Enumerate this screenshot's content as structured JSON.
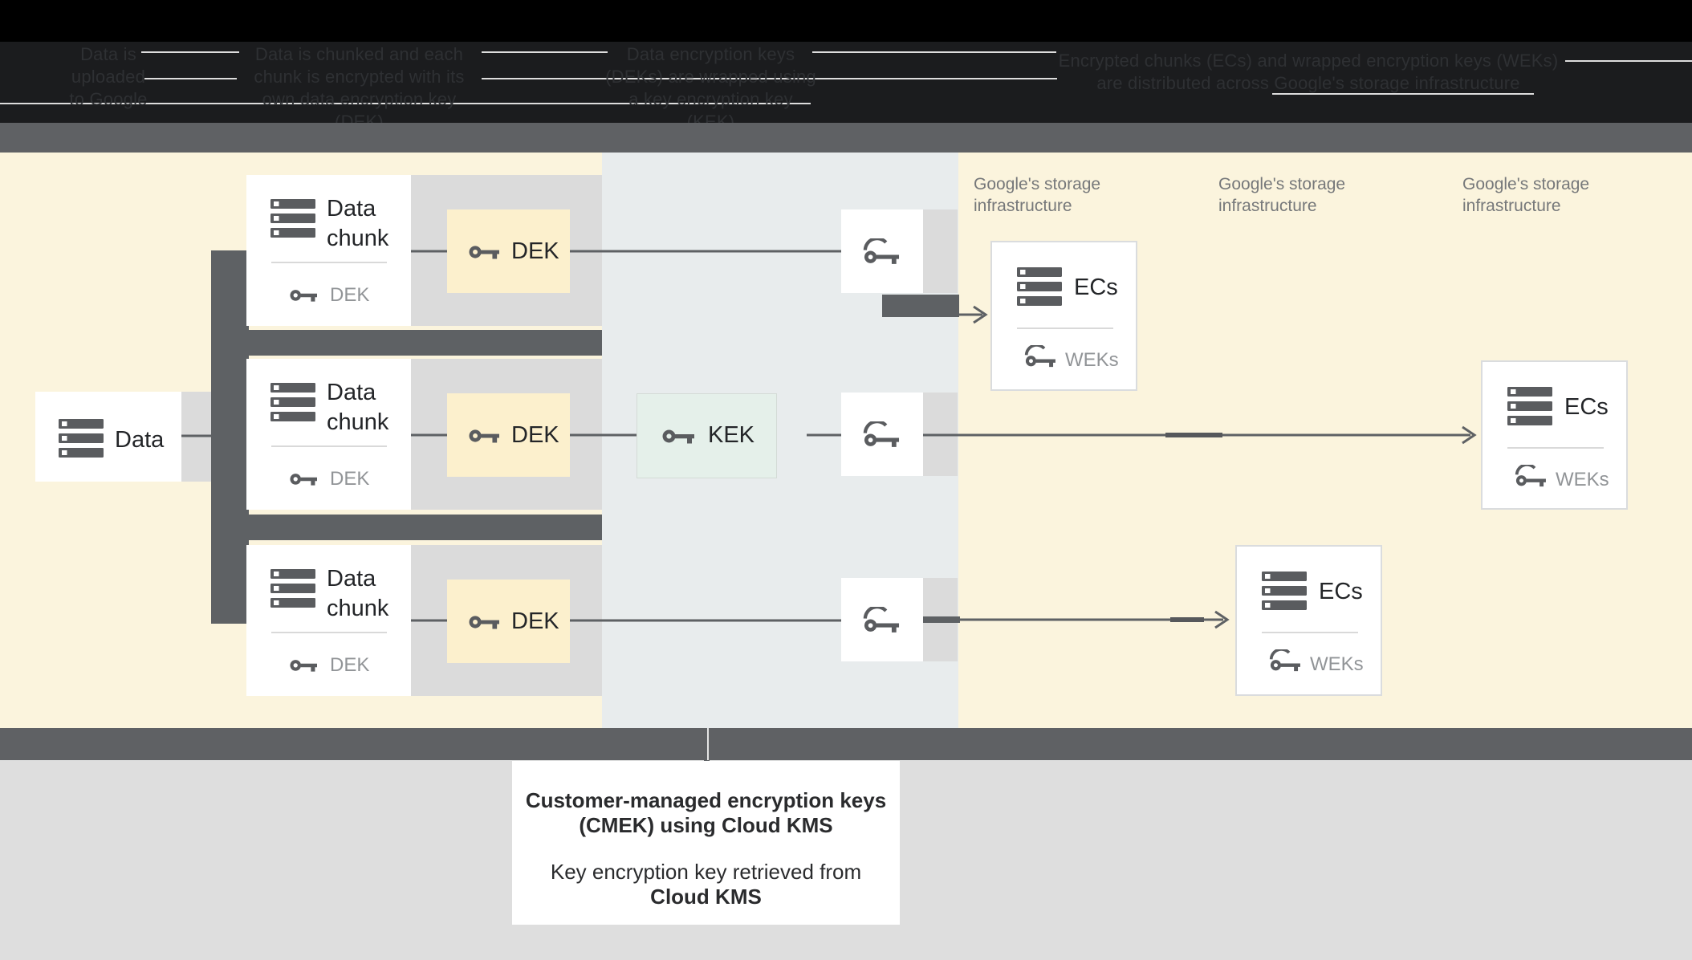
{
  "header": {
    "steps": [
      {
        "lines": [
          "Data is",
          "uploaded",
          "to Google"
        ]
      },
      {
        "lines": [
          "Data is chunked and each",
          "chunk is encrypted with its",
          "own data encryption key (DEK)"
        ]
      },
      {
        "lines": [
          "Data encryption keys",
          "(DEKs) are wrapped using",
          "a key encryption key (KEK)"
        ]
      },
      {
        "lines": [
          "Encrypted chunks (ECs) and wrapped encryption keys (WEKs)",
          "are distributed across Google's storage infrastructure"
        ]
      }
    ]
  },
  "diagram": {
    "data_box": {
      "label": "Data"
    },
    "chunk_box": {
      "title": "Data chunk",
      "key_label": "DEK"
    },
    "dek_chip": {
      "label": "DEK"
    },
    "kek_box": {
      "label": "KEK"
    },
    "ecs_box": {
      "title": "ECs",
      "key_label": "WEKs"
    },
    "storage_label": {
      "line1": "Google's storage",
      "line2": "infrastructure"
    }
  },
  "footer": {
    "cmek_line1": "Customer-managed encryption keys",
    "cmek_line2": "(CMEK) using Cloud KMS",
    "kek_line1": "Key encryption key retrieved from",
    "kek_line2": "Cloud KMS"
  },
  "colors": {
    "banner_bg": "#000000",
    "divider_band": "#5f6164",
    "section_yellow": "#fbf4dd",
    "section_middle": "#e8eced",
    "dek_chip_fill": "#fcf0cd",
    "kek_fill": "#e5f0ea",
    "connector_gray": "#dbdbdb",
    "connector_dark": "#5e6164",
    "footer_bg": "#dedede"
  }
}
